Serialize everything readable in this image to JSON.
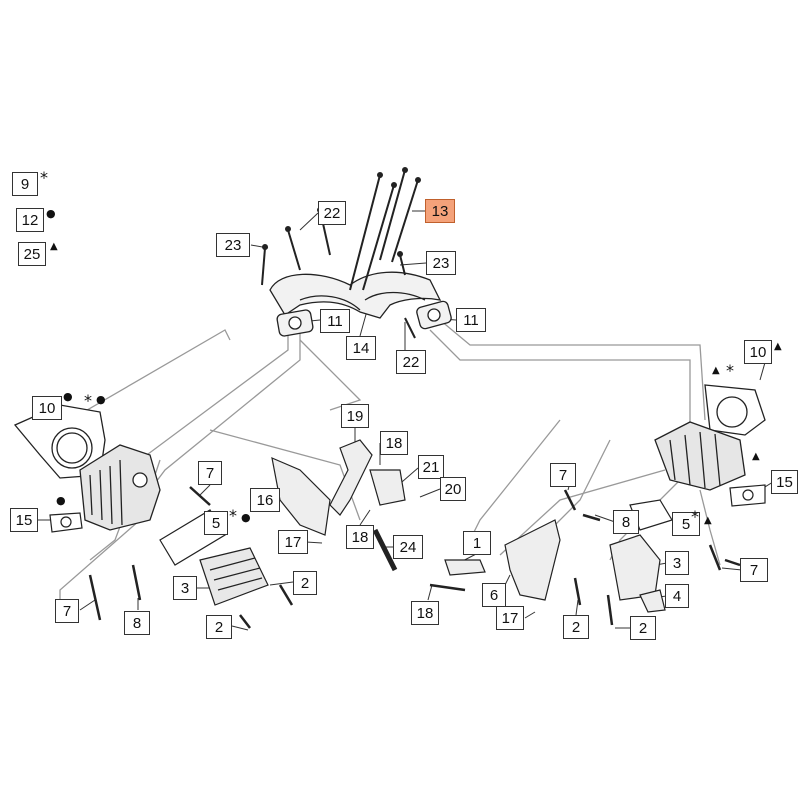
{
  "legend": [
    {
      "number": "9",
      "symbol": "*"
    },
    {
      "number": "12",
      "symbol": "●"
    },
    {
      "number": "25",
      "symbol": "▲"
    }
  ],
  "callouts": {
    "c13": "13",
    "c22a": "22",
    "c23a": "23",
    "c23b": "23",
    "c11a": "11",
    "c11b": "11",
    "c14": "14",
    "c22b": "22",
    "c10a": "10",
    "c10b": "10",
    "c19": "19",
    "c18a": "18",
    "c21": "21",
    "c20": "20",
    "c7a": "7",
    "c16": "16",
    "c5a": "5",
    "c15a": "15",
    "c17a": "17",
    "c18b": "18",
    "c24": "24",
    "c3a": "3",
    "c2a": "2",
    "c7b": "7",
    "c8a": "8",
    "c2b": "2",
    "c7c": "7",
    "c15b": "15",
    "c1": "1",
    "c8b": "8",
    "c5b": "5",
    "c6": "6",
    "c3b": "3",
    "c4": "4",
    "c7d": "7",
    "c18c": "18",
    "c17b": "17",
    "c2c": "2",
    "c2d": "2"
  },
  "marks": {
    "star": "*",
    "dot": "●",
    "tri": "▲"
  },
  "colors": {
    "highlight": "#f4a27a",
    "line": "#888888",
    "ink": "#222222"
  }
}
